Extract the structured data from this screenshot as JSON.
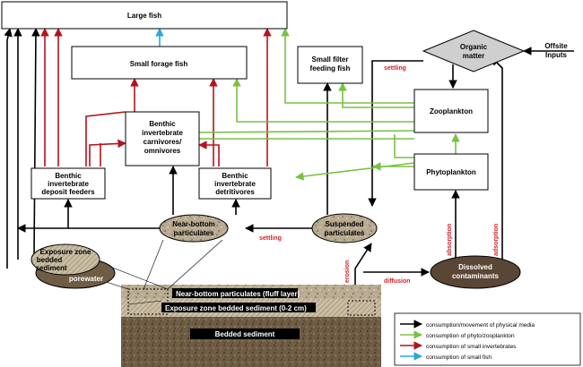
{
  "nodes": {
    "large_fish": "Large fish",
    "small_forage_fish": "Small forage fish",
    "small_filter_1": "Small filter",
    "small_filter_2": "feeding fish",
    "organic_1": "Organic",
    "organic_2": "matter",
    "offsite_1": "Offsite",
    "offsite_2": "Inputs",
    "bic_1": "Benthic",
    "bic_2": "invertebrate",
    "bic_3": "carnivores/",
    "bic_4": "omnivores",
    "zooplankton": "Zooplankton",
    "phytoplankton": "Phytoplankton",
    "bidf_1": "Benthic",
    "bidf_2": "invertebrate",
    "bidf_3": "deposit feeders",
    "bid_1": "Benthic",
    "bid_2": "invertebrate",
    "bid_3": "detritivores",
    "nbp_1": "Near-bottom",
    "nbp_2": "particulates",
    "sp_1": "Suspended",
    "sp_2": "particulates",
    "ez_1": "Exposure zone",
    "ez_2": "bedded",
    "ez_3": "sediment",
    "porewater": "porewater",
    "dc_1": "Dissolved",
    "dc_2": "contaminants"
  },
  "processes": {
    "settling_top": "settling",
    "settling_mid": "settling",
    "erosion": "erosion",
    "diffusion": "diffusion",
    "absorption": "absorption",
    "adsorption": "adsorption"
  },
  "sediment": {
    "fluff": "Near-bottom particulates (fluff layer)",
    "exposure": "Exposure zone bedded sediment (0-2 cm)",
    "bedded": "Bedded sediment"
  },
  "legend": [
    {
      "label": "consumption/movement of physical media",
      "color": "#000000"
    },
    {
      "label": "consumption of phyto/zooplankton",
      "color": "#7ac143"
    },
    {
      "label": "consumption of small invertebrates",
      "color": "#b5121b"
    },
    {
      "label": "consumption of small fish",
      "color": "#29a8e0"
    }
  ]
}
